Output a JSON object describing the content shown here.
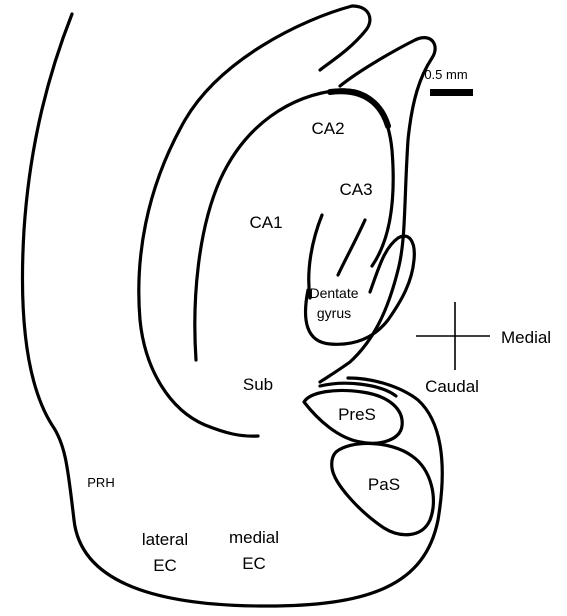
{
  "scale_bar": {
    "label": "0.5 mm"
  },
  "regions": {
    "ca2": "CA2",
    "ca3": "CA3",
    "ca1": "CA1",
    "dentate_line1": "Dentate",
    "dentate_line2": "gyrus",
    "sub": "Sub",
    "pres": "PreS",
    "pas": "PaS",
    "prh": "PRH",
    "lateral_ec_line1": "lateral",
    "lateral_ec_line2": "EC",
    "medial_ec_line1": "medial",
    "medial_ec_line2": "EC"
  },
  "orientation": {
    "medial": "Medial",
    "caudal": "Caudal"
  }
}
